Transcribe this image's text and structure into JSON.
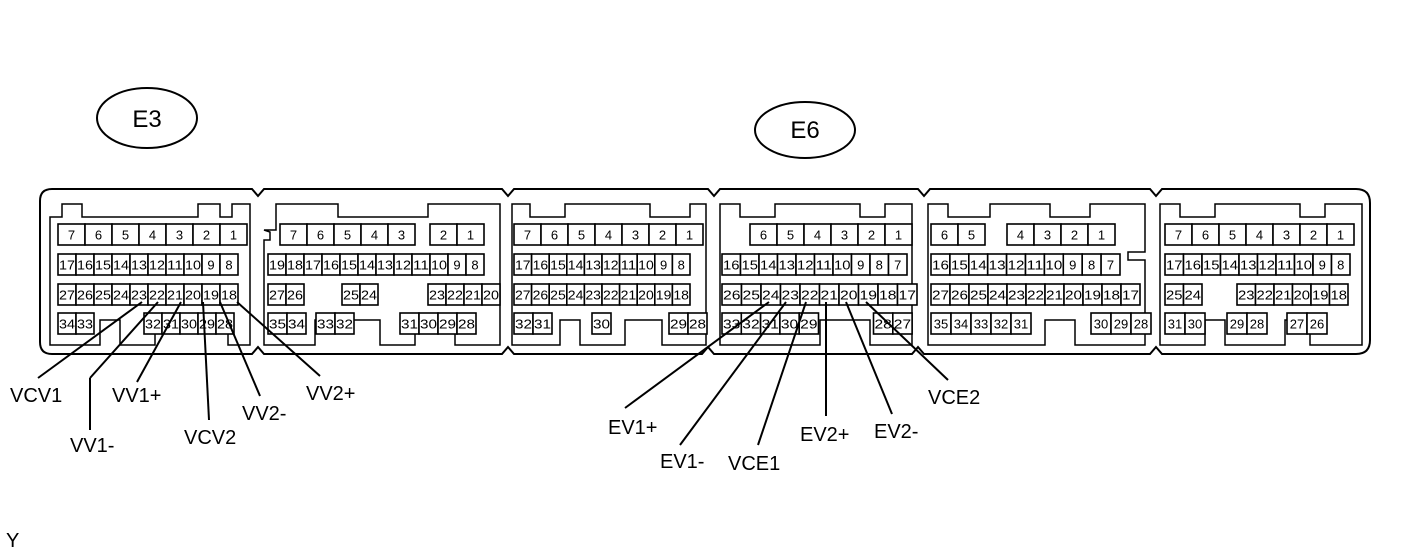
{
  "connectors": [
    {
      "id": "E3",
      "label": "E3"
    },
    {
      "id": "E6",
      "label": "E6"
    }
  ],
  "blocks": [
    {
      "connector": "E3",
      "rows": [
        [
          "7",
          "6",
          "5",
          "4",
          "3",
          "2",
          "1"
        ],
        [
          "17",
          "16",
          "15",
          "14",
          "13",
          "12",
          "11",
          "10",
          "9",
          "8"
        ],
        [
          "27",
          "26",
          "25",
          "24",
          "23",
          "22",
          "21",
          "20",
          "19",
          "18"
        ],
        [
          "34",
          "33",
          "32",
          "31",
          "30",
          "29",
          "28"
        ]
      ]
    },
    {
      "connector": "E3",
      "rows": [
        [
          "7",
          "6",
          "5",
          "4",
          "3",
          "2",
          "1"
        ],
        [
          "19",
          "18",
          "17",
          "16",
          "15",
          "14",
          "13",
          "12",
          "11",
          "10",
          "9",
          "8"
        ],
        [
          "27",
          "26",
          "25",
          "24",
          "23",
          "22",
          "21",
          "20"
        ],
        [
          "35",
          "34",
          "33",
          "32",
          "31",
          "30",
          "29",
          "28"
        ]
      ]
    },
    {
      "connector": "E6",
      "rows": [
        [
          "7",
          "6",
          "5",
          "4",
          "3",
          "2",
          "1"
        ],
        [
          "17",
          "16",
          "15",
          "14",
          "13",
          "12",
          "11",
          "10",
          "9",
          "8"
        ],
        [
          "27",
          "26",
          "25",
          "24",
          "23",
          "22",
          "21",
          "20",
          "19",
          "18"
        ],
        [
          "32",
          "31",
          "30",
          "29",
          "28"
        ]
      ]
    },
    {
      "connector": "E6",
      "rows": [
        [
          "6",
          "5",
          "4",
          "3",
          "2",
          "1"
        ],
        [
          "16",
          "15",
          "14",
          "13",
          "12",
          "11",
          "10",
          "9",
          "8",
          "7"
        ],
        [
          "26",
          "25",
          "24",
          "23",
          "22",
          "21",
          "20",
          "19",
          "18",
          "17"
        ],
        [
          "33",
          "32",
          "31",
          "30",
          "29",
          "28",
          "27"
        ]
      ]
    },
    {
      "connector": "E6",
      "rows": [
        [
          "6",
          "5",
          "4",
          "3",
          "2",
          "1"
        ],
        [
          "16",
          "15",
          "14",
          "13",
          "12",
          "11",
          "10",
          "9",
          "8",
          "7"
        ],
        [
          "27",
          "26",
          "25",
          "24",
          "23",
          "22",
          "21",
          "20",
          "19",
          "18",
          "17"
        ],
        [
          "35",
          "34",
          "33",
          "32",
          "31",
          "30",
          "29",
          "28"
        ]
      ]
    },
    {
      "connector": "E6",
      "rows": [
        [
          "7",
          "6",
          "5",
          "4",
          "3",
          "2",
          "1"
        ],
        [
          "17",
          "16",
          "15",
          "14",
          "13",
          "12",
          "11",
          "10",
          "9",
          "8"
        ],
        [
          "25",
          "24",
          "23",
          "22",
          "21",
          "20",
          "19",
          "18"
        ],
        [
          "31",
          "30",
          "29",
          "28",
          "27",
          "26"
        ]
      ]
    }
  ],
  "signals": [
    "VCV1",
    "VV1-",
    "VV1+",
    "VCV2",
    "VV2-",
    "VV2+",
    "EV1+",
    "EV1-",
    "VCE1",
    "EV2+",
    "EV2-",
    "VCE2"
  ],
  "footer_mark": "Y"
}
